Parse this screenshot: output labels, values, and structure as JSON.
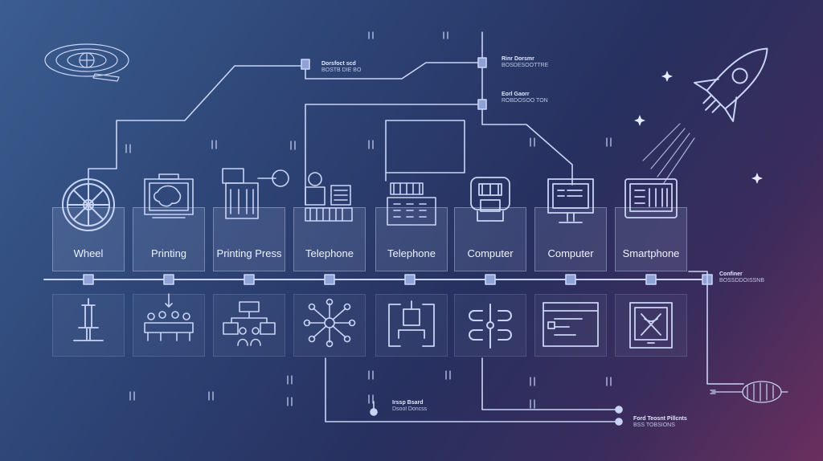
{
  "stages": [
    {
      "label": "Wheel",
      "icon": "wheel-icon",
      "sub_icon": "drafting-table-icon"
    },
    {
      "label": "Printing",
      "icon": "printing-icon",
      "sub_icon": "audience-icon"
    },
    {
      "label": "Printing Press",
      "icon": "printing-press-icon",
      "sub_icon": "org-chart-icon"
    },
    {
      "label": "Telephone",
      "icon": "telephone-switchboard-icon",
      "sub_icon": "network-hub-icon"
    },
    {
      "label": "Telephone",
      "icon": "telephone-keypad-icon",
      "sub_icon": "circuit-icon"
    },
    {
      "label": "Computer",
      "icon": "computer-chip-icon",
      "sub_icon": "server-bars-icon"
    },
    {
      "label": "Computer",
      "icon": "computer-monitor-icon",
      "sub_icon": "web-window-icon"
    },
    {
      "label": "Smartphone",
      "icon": "smartphone-icon",
      "sub_icon": "tablet-icon"
    }
  ],
  "annotations": [
    {
      "title": "Dorsfoct scd",
      "sub": "BOSTB DIE BO"
    },
    {
      "title": "Rinr Dorsmr",
      "sub": "BOSDESOOTTRE"
    },
    {
      "title": "Eorl Gaorr",
      "sub": "ROBDOSOO TON"
    },
    {
      "title": "Confiner",
      "sub": "BOSSDDOISSNB"
    },
    {
      "title": "Irssp Bsard",
      "sub": "Dsool Doncss"
    },
    {
      "title": "Ford Teosnt Pillcnts",
      "sub": "BSS TOBSIONS"
    }
  ],
  "colors": {
    "line": "#c9d4f5",
    "accent": "#e6ecff",
    "bg_start": "#3b5d90",
    "bg_end": "#6a2f5e"
  }
}
